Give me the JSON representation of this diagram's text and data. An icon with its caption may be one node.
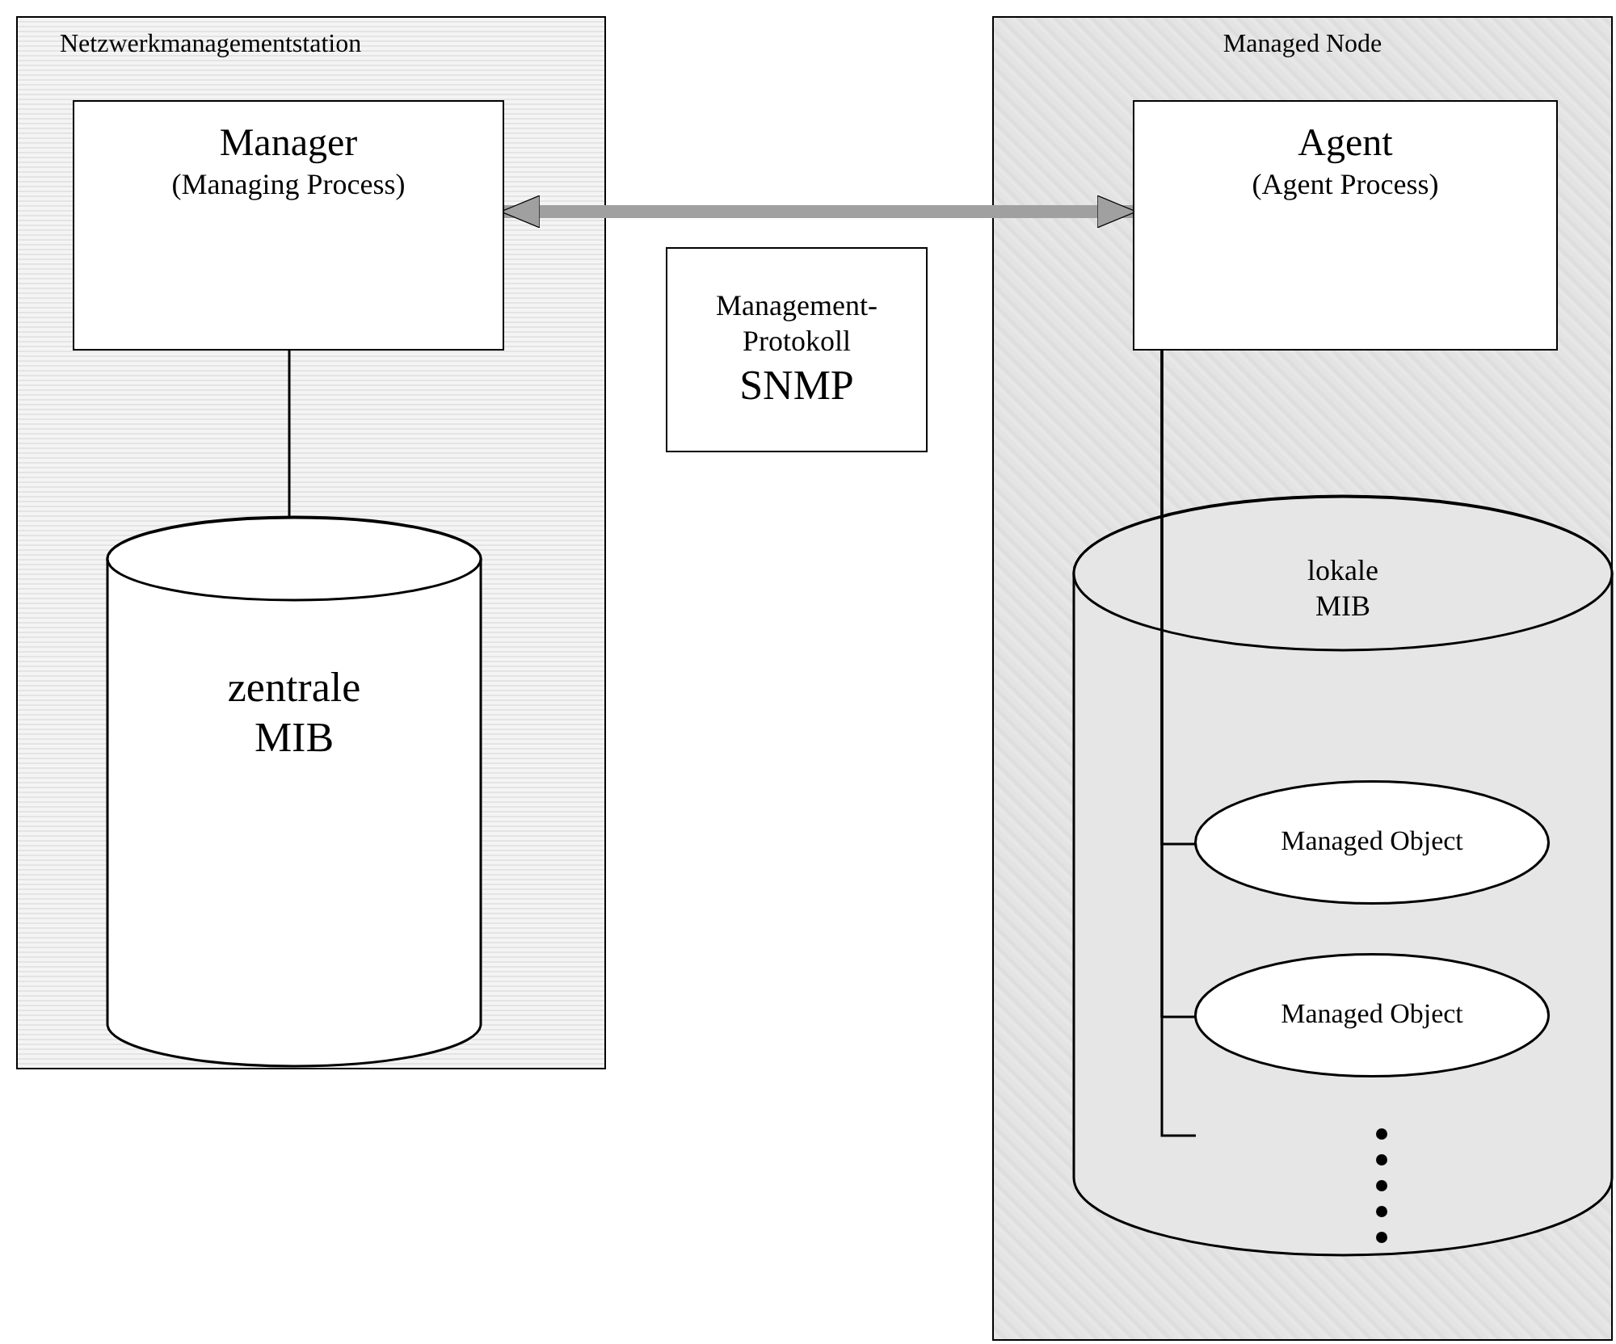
{
  "diagram": {
    "nodes": [
      {
        "text": [
          "Netzwerkmanagementstation"
        ]
      },
      {
        "text": [
          "Manager",
          "(Managing Process)"
        ],
        "in": 0
      },
      {
        "text": [
          "zentrale MIB"
        ],
        "in": 0
      },
      {
        "text": [
          "Management- Protokoll",
          "SNMP"
        ]
      },
      {
        "text": [
          "Managed Node"
        ]
      },
      {
        "text": [
          "Agent",
          "(Agent Process)"
        ],
        "in": 4
      },
      {
        "text": [
          "lokale MIB"
        ],
        "in": 4
      },
      {
        "text": [
          "Managed Object"
        ],
        "in": 6
      },
      {
        "text": [
          "Managed Object"
        ],
        "in": 6
      }
    ],
    "edges": [
      {
        "from": 1,
        "to": 2,
        "arrow": "none"
      },
      {
        "from": 1,
        "to": 5,
        "arrow": "both",
        "style": "thick",
        "color": "#a0a0a0"
      },
      {
        "from": 5,
        "to": 7,
        "arrow": "none"
      },
      {
        "from": 5,
        "to": 8,
        "arrow": "none"
      },
      {
        "from": 5,
        "to": null,
        "arrow": "none"
      }
    ]
  }
}
